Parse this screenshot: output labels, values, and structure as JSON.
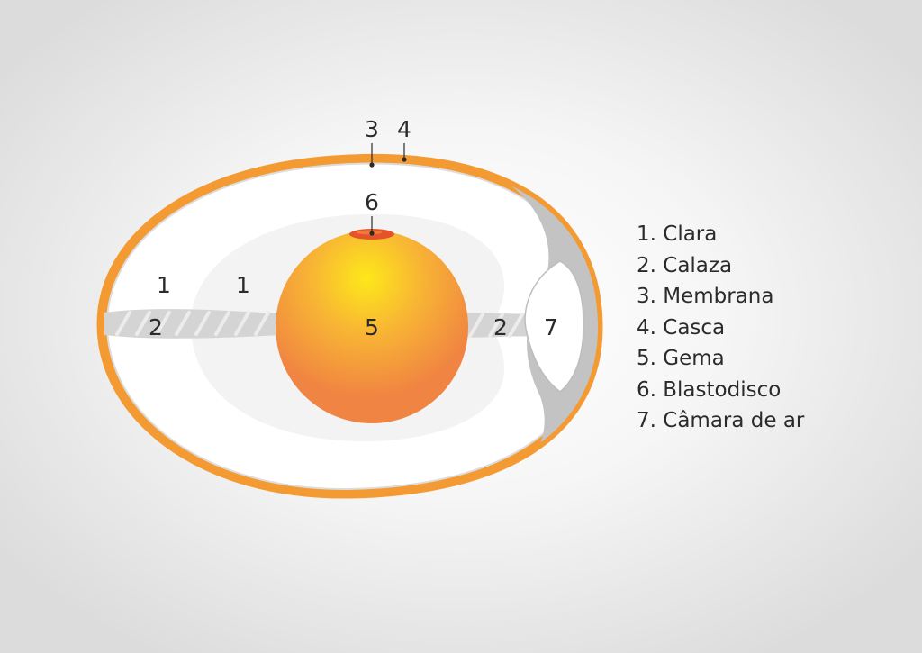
{
  "diagram": {
    "labels": {
      "clara_outer": "1",
      "clara_inner": "1",
      "calaza_left": "2",
      "calaza_right": "2",
      "membrana": "3",
      "casca": "4",
      "gema": "5",
      "blastodisco": "6",
      "camara_de_ar": "7"
    }
  },
  "legend": {
    "items": [
      "1. Clara",
      "2. Calaza",
      "3. Membrana",
      "4. Casca",
      "5. Gema",
      "6. Blastodisco",
      "7. Câmara de ar"
    ]
  },
  "colors": {
    "shell": "#f39a33",
    "membrane": "#c3c3c3",
    "yolk_center": "#fbe318",
    "yolk_edge": "#f08442",
    "blastodisc": "#e4532a",
    "text": "#2b2b2b"
  }
}
